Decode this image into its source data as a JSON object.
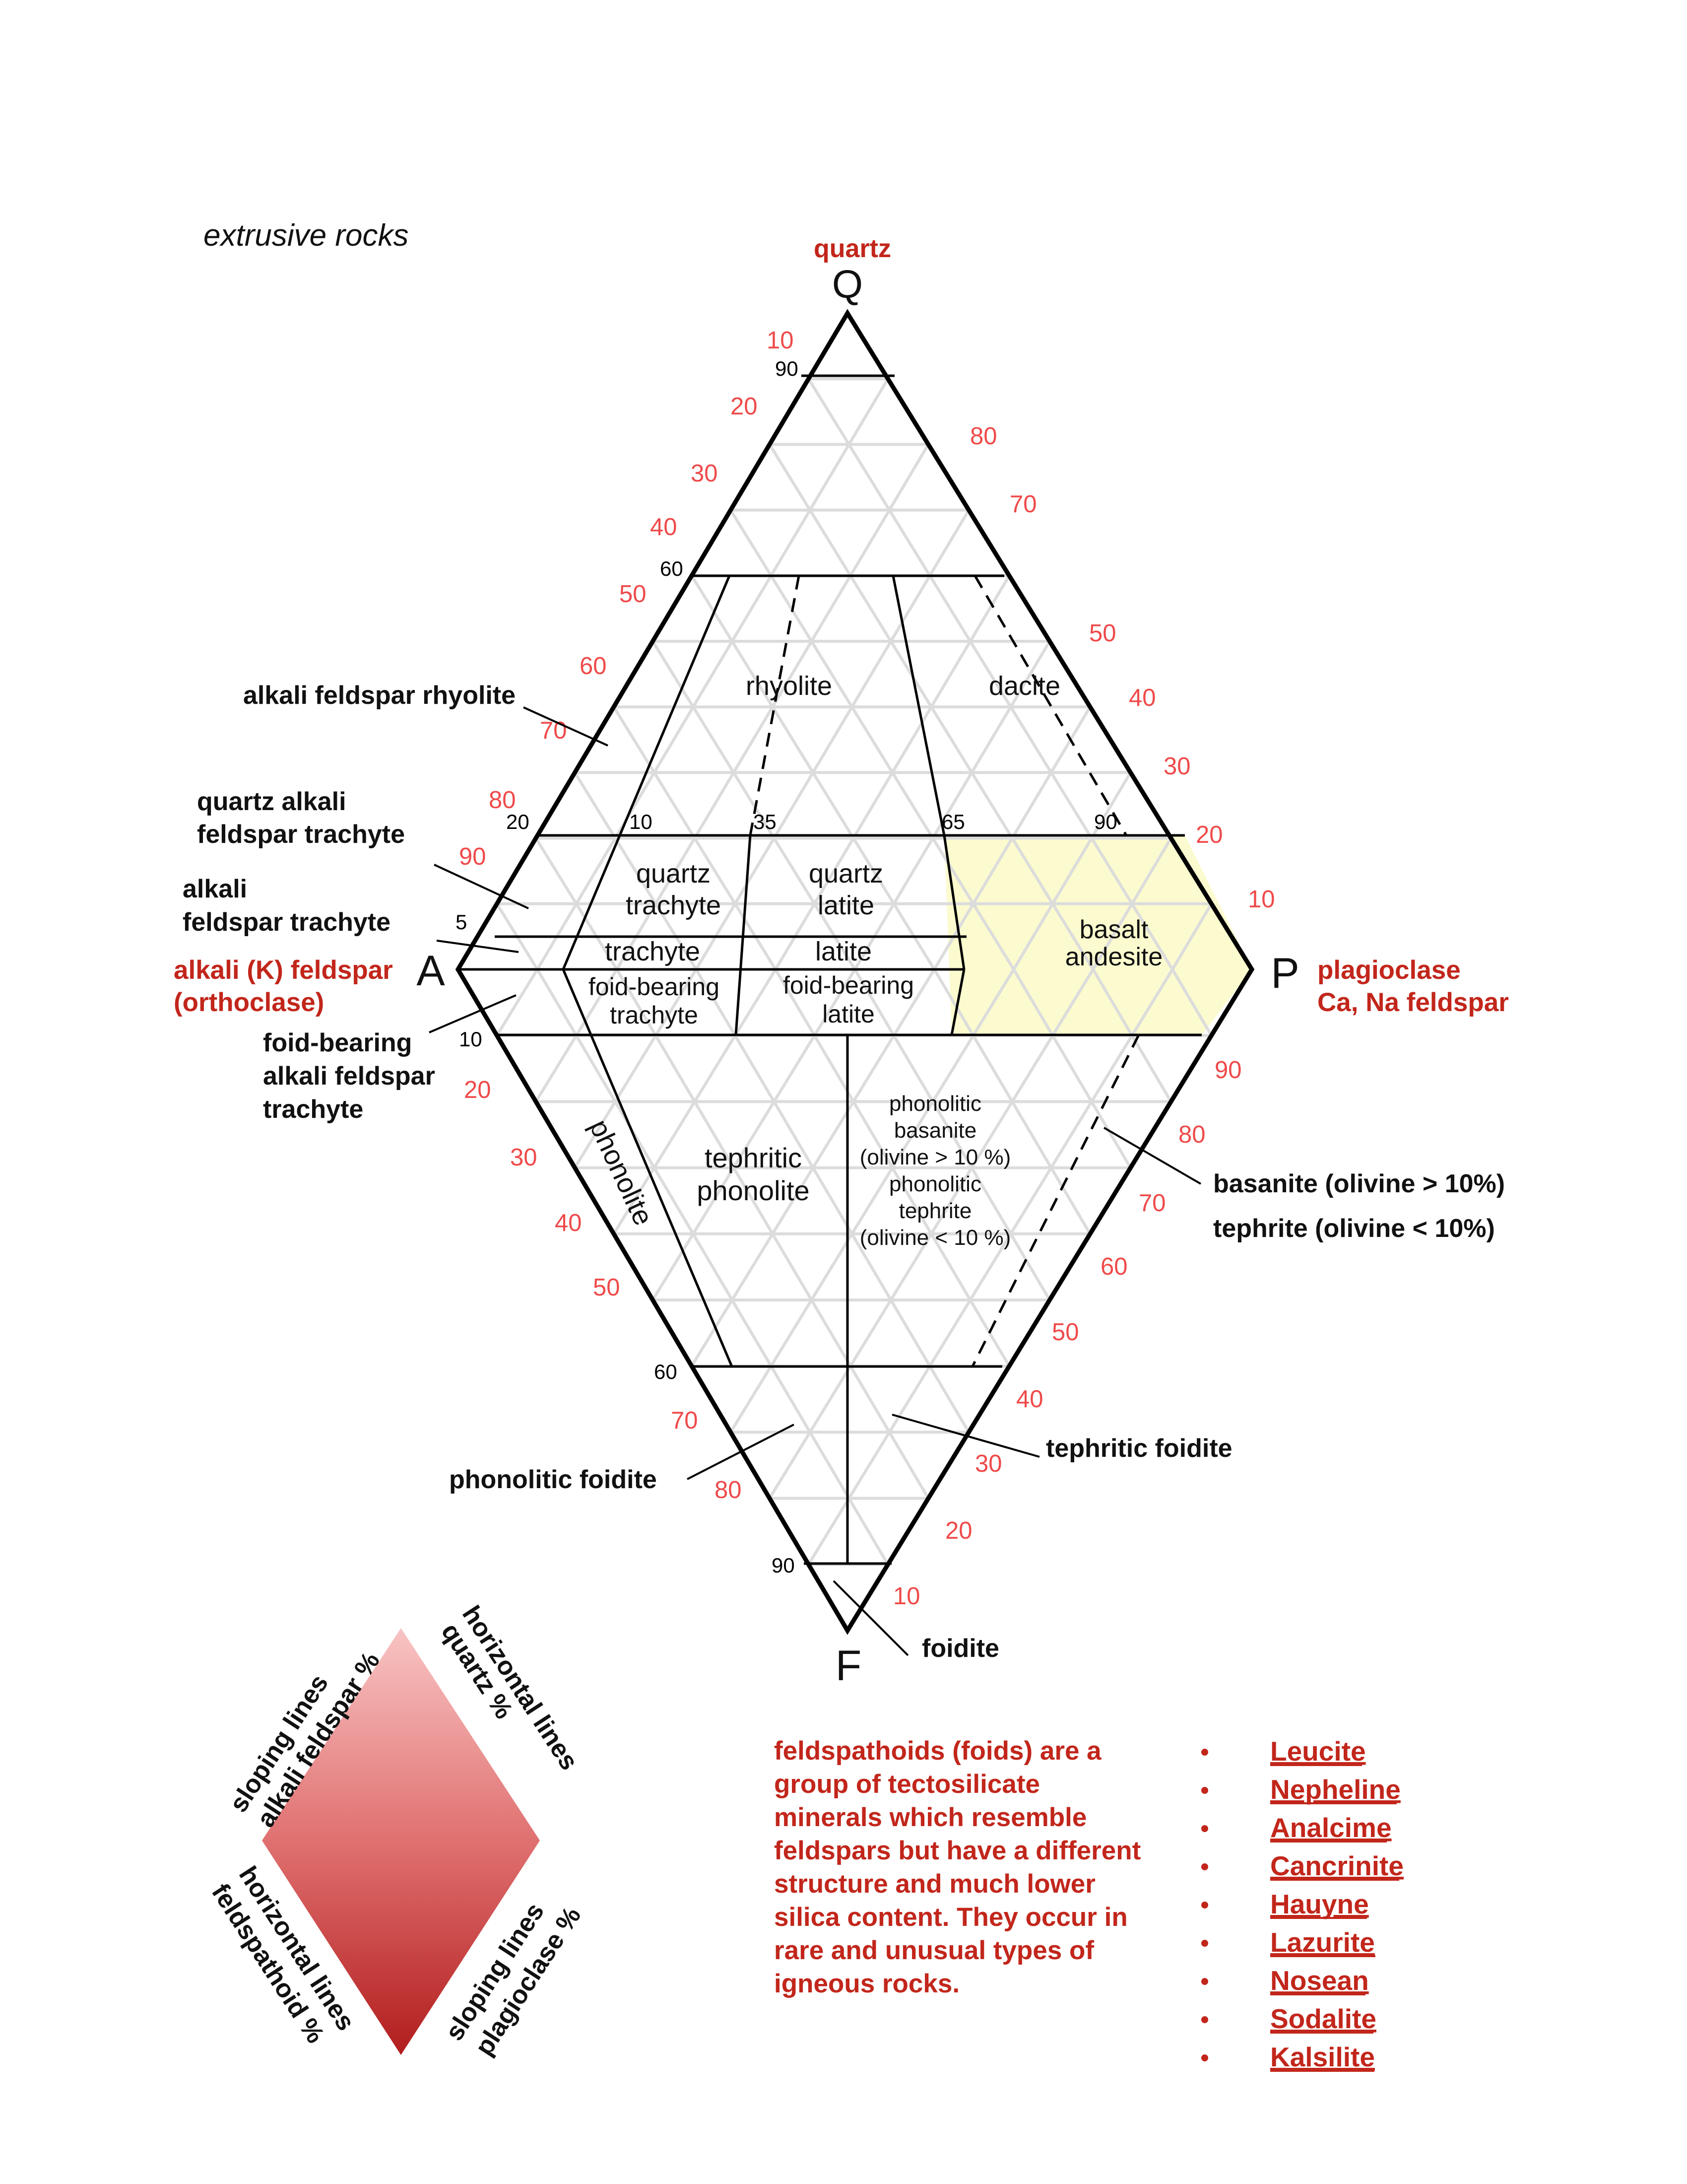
{
  "header": {
    "title": "extrusive rocks"
  },
  "vertices": {
    "Q": {
      "letter": "Q",
      "name": "quartz"
    },
    "A": {
      "letter": "A",
      "name_line1": "alkali (K) feldspar",
      "name_line2": "(orthoclase)"
    },
    "P": {
      "letter": "P",
      "name_line1": "plagioclase",
      "name_line2": "Ca, Na feldspar"
    },
    "F": {
      "letter": "F"
    }
  },
  "red_ticks_left_upper": [
    "10",
    "20",
    "30",
    "40",
    "50",
    "60",
    "70",
    "80",
    "90"
  ],
  "red_ticks_right_upper": [
    "80",
    "70",
    "50",
    "40",
    "30",
    "20",
    "10"
  ],
  "red_ticks_left_lower": [
    "20",
    "30",
    "40",
    "50",
    "70",
    "80"
  ],
  "red_ticks_right_lower": [
    "90",
    "80",
    "70",
    "60",
    "50",
    "40",
    "30",
    "20",
    "10"
  ],
  "black_ticks": {
    "q90": "90",
    "q60": "60",
    "q20": "20",
    "q5": "5",
    "f10": "10",
    "f60": "60",
    "f90": "90",
    "p10": "10",
    "p35": "35",
    "p65": "65",
    "p90": "90"
  },
  "fields": {
    "rhyolite": "rhyolite",
    "dacite": "dacite",
    "quartz_trachyte": [
      "quartz",
      "trachyte"
    ],
    "quartz_latite": [
      "quartz",
      "latite"
    ],
    "basalt_andesite": [
      "basalt",
      "andesite"
    ],
    "trachyte": "trachyte",
    "latite": "latite",
    "foid_trachyte": [
      "foid-bearing",
      "trachyte"
    ],
    "foid_latite": [
      "foid-bearing",
      "latite"
    ],
    "phonolite": "phonolite",
    "tephritic_phonolite": [
      "tephritic",
      "phonolite"
    ],
    "phonolitic_basanite": [
      "phonolitic",
      "basanite",
      "(olivine > 10 %)",
      "phonolitic",
      "tephrite",
      "(olivine < 10 %)"
    ]
  },
  "callouts": {
    "afr": "alkali feldspar rhyolite",
    "qaft": [
      "quartz alkali",
      "feldspar trachyte"
    ],
    "aft": [
      "alkali",
      "feldspar trachyte"
    ],
    "fbaft": [
      "foid-bearing",
      "alkali feldspar",
      "trachyte"
    ],
    "basanite": "basanite (olivine > 10%)",
    "tephrite": "tephrite (olivine < 10%)",
    "phonolitic_foidite": "phonolitic foidite",
    "tephritic_foidite": "tephritic foidite",
    "foidite": "foidite"
  },
  "legend": {
    "upper_left": [
      "sloping lines",
      "alkali feldspar %"
    ],
    "upper_right": [
      "horizontal lines",
      "quartz %"
    ],
    "lower_left": [
      "horizontal lines",
      "feldspathoid %"
    ],
    "lower_right": [
      "sloping lines",
      "plagioclase  %"
    ]
  },
  "note": {
    "lines": [
      "feldspathoids (foids) are a",
      "group of tectosilicate",
      "minerals which resemble",
      "feldspars but have a different",
      "structure and much lower",
      "silica content. They occur in",
      "rare and unusual types of",
      "igneous rocks."
    ]
  },
  "minerals": [
    "Leucite",
    "Nepheline",
    "Analcime",
    "Cancrinite",
    "Hauyne",
    "Lazurite",
    "Nosean",
    "Sodalite",
    "Kalsilite"
  ],
  "colors": {
    "accent_red": "#c2261b",
    "tick_red": "#ef4a4a",
    "basalt_fill": "#fbfbcf",
    "grid": "#dcdcdc"
  }
}
